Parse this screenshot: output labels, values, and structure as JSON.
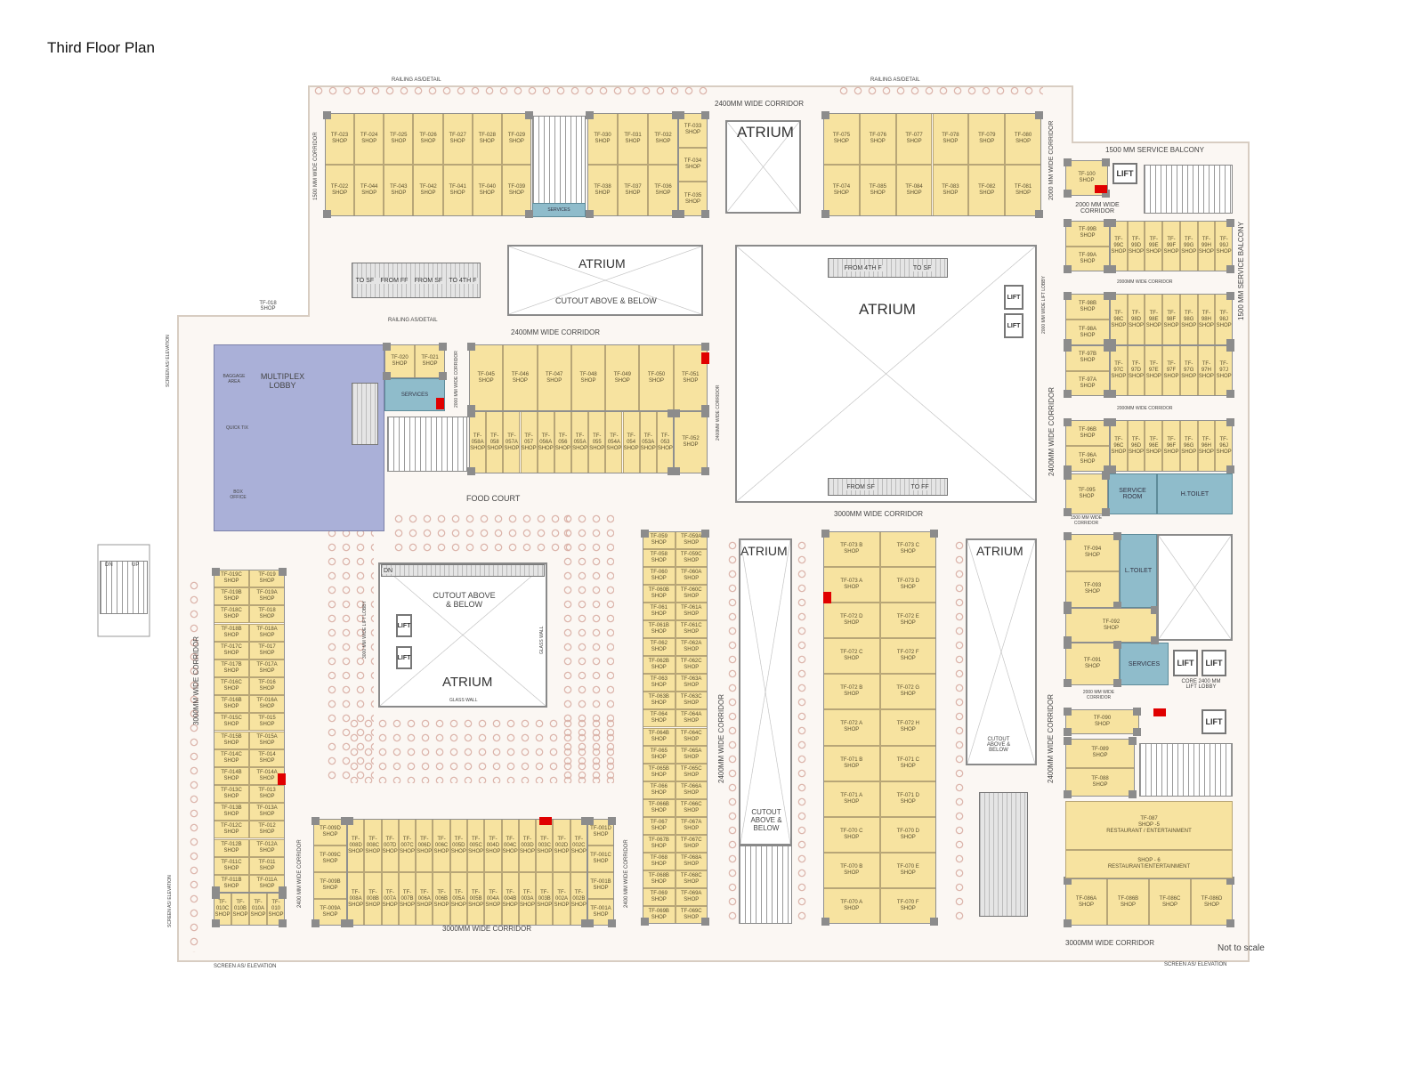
{
  "title": "Third Floor Plan",
  "shop_suffix": "SHOP",
  "colors": {
    "shop": "#f7e3a0",
    "multiplex": "#aab0d8",
    "services": "#8fbccb",
    "fire_point": "#e00000"
  },
  "blocks": {
    "tl": [
      "TF-023",
      "TF-024",
      "TF-025",
      "TF-026",
      "TF-027",
      "TF-028",
      "TF-029",
      "TF-022",
      "TF-044",
      "TF-043",
      "TF-042",
      "TF-041",
      "TF-040",
      "TF-039"
    ],
    "tm": [
      "TF-030",
      "TF-031",
      "TF-032",
      "TF-038",
      "TF-037",
      "TF-036"
    ],
    "tm2": [
      "TF-033",
      "TF-034",
      "TF-035"
    ],
    "tr": [
      "TF-075",
      "TF-076",
      "TF-077",
      "TF-078",
      "TF-079",
      "TF-080",
      "TF-074",
      "TF-085",
      "TF-084",
      "TF-083",
      "TF-082",
      "TF-081"
    ],
    "tf100": [
      "TF-100"
    ],
    "r99a": [
      "TF-99B",
      "TF-99A"
    ],
    "r99": [
      "TF-99C",
      "TF-99D",
      "TF-99E",
      "TF-99F",
      "TF-99G",
      "TF-99H",
      "TF-99J"
    ],
    "r98a": [
      "TF-98B",
      "TF-98A"
    ],
    "r98": [
      "TF-98C",
      "TF-98D",
      "TF-98E",
      "TF-98F",
      "TF-98G",
      "TF-98H",
      "TF-98J"
    ],
    "r97a": [
      "TF-97B",
      "TF-97A"
    ],
    "r97": [
      "TF-97C",
      "TF-97D",
      "TF-97E",
      "TF-97F",
      "TF-97G",
      "TF-97H",
      "TF-97J"
    ],
    "r96a": [
      "TF-96B",
      "TF-96A"
    ],
    "r96": [
      "TF-96C",
      "TF-96D",
      "TF-96E",
      "TF-96F",
      "TF-96G",
      "TF-96H",
      "TF-96J"
    ],
    "tf095": [
      "TF-095"
    ],
    "r94": [
      "TF-094",
      "TF-093"
    ],
    "tf092": [
      "TF-092"
    ],
    "tf091": [
      "TF-091"
    ],
    "tf090": [
      "TF-090"
    ],
    "r89": [
      "TF-089",
      "TF-088"
    ],
    "r86": [
      "TF-086A",
      "TF-086B",
      "TF-086C",
      "TF-086D"
    ],
    "mid": [
      "TF-073 B",
      "TF-073 C",
      "TF-073 A",
      "TF-073 D",
      "TF-072 D",
      "TF-072 E",
      "TF-072 C",
      "TF-072 F",
      "TF-072 B",
      "TF-072 G",
      "TF-072 A",
      "TF-072 H",
      "TF-071 B",
      "TF-071 C",
      "TF-071 A",
      "TF-071 D",
      "TF-070 C",
      "TF-070 D",
      "TF-070 B",
      "TF-070 E",
      "TF-070 A",
      "TF-070 F"
    ],
    "lm": [
      "TF-059",
      "TF-059A",
      "TF-058",
      "TF-059C",
      "TF-060",
      "TF-060A",
      "TF-060B",
      "TF-060C",
      "TF-061",
      "TF-061A",
      "TF-061B",
      "TF-061C",
      "TF-062",
      "TF-062A",
      "TF-062B",
      "TF-062C",
      "TF-063",
      "TF-063A",
      "TF-063B",
      "TF-063C",
      "TF-064",
      "TF-064A",
      "TF-064B",
      "TF-064C",
      "TF-065",
      "TF-065A",
      "TF-065B",
      "TF-065C",
      "TF-066",
      "TF-066A",
      "TF-066B",
      "TF-066C",
      "TF-067",
      "TF-067A",
      "TF-067B",
      "TF-067C",
      "TF-068",
      "TF-068A",
      "TF-068B",
      "TF-068C",
      "TF-069",
      "TF-069A",
      "TF-069B",
      "TF-069C"
    ],
    "fl": [
      "TF-019C",
      "TF-019",
      "TF-019B",
      "TF-019A",
      "TF-018C",
      "TF-018",
      "TF-018B",
      "TF-018A",
      "TF-017C",
      "TF-017",
      "TF-017B",
      "TF-017A",
      "TF-016C",
      "TF-016",
      "TF-016B",
      "TF-016A",
      "TF-015C",
      "TF-015",
      "TF-015B",
      "TF-015A",
      "TF-014C",
      "TF-014",
      "TF-014B",
      "TF-014A",
      "TF-013C",
      "TF-013",
      "TF-013B",
      "TF-013A",
      "TF-012C",
      "TF-012",
      "TF-012B",
      "TF-012A",
      "TF-011C",
      "TF-011",
      "TF-011B",
      "TF-011A"
    ],
    "fl2": [
      "TF-010C",
      "TF-010B",
      "TF-010A",
      "TF-010"
    ],
    "b009": [
      "TF-009D",
      "TF-009C",
      "TF-009B",
      "TF-009A"
    ],
    "bmid": [
      "TF-008D",
      "TF-008C",
      "TF-007D",
      "TF-007C",
      "TF-006D",
      "TF-006C",
      "TF-005D",
      "TF-005C",
      "TF-004D",
      "TF-004C",
      "TF-003D",
      "TF-003C",
      "TF-002D",
      "TF-002C",
      "TF-008A",
      "TF-008B",
      "TF-007A",
      "TF-007B",
      "TF-006A",
      "TF-006B",
      "TF-005A",
      "TF-005B",
      "TF-004A",
      "TF-004B",
      "TF-003A",
      "TF-003B",
      "TF-002A",
      "TF-002B"
    ],
    "b001": [
      "TF-001D",
      "TF-001C",
      "TF-001B",
      "TF-001A"
    ],
    "um1": [
      "TF-045",
      "TF-046",
      "TF-047",
      "TF-048",
      "TF-049",
      "TF-050",
      "TF-051"
    ],
    "um2": [
      "TF-058A",
      "TF-058",
      "TF-057A",
      "TF-057",
      "TF-056A",
      "TF-056",
      "TF-055A",
      "TF-055",
      "TF-054A",
      "TF-054",
      "TF-053A",
      "TF-053"
    ],
    "um3": [
      "TF-052"
    ],
    "t20": [
      "TF-020",
      "TF-021"
    ]
  },
  "restaurant": {
    "shop5_id": "TF-087",
    "shop5_name": "SHOP -5",
    "shop5_use": "RESTAURANT / ENTERTAINMENT",
    "shop6_name": "SHOP - 6",
    "shop6_use": "RESTAURANT/ENTERTAINMENT"
  },
  "multiplex": {
    "lobby": "MULTIPLEX LOBBY",
    "baggage": "BAGGAGE AREA",
    "quick_tix": "QUICK TIX",
    "box_office": "BOX OFFICE"
  },
  "services": {
    "services": "SERVICES",
    "service_room": "SERVICE ROOM",
    "h_toilet": "H.TOILET",
    "l_toilet": "L.TOILET"
  },
  "atrium": {
    "label": "ATRIUM",
    "cutout": "CUTOUT ABOVE & BELOW",
    "glass_wall": "GLASS WALL"
  },
  "lift": "LIFT",
  "escalators": {
    "from_sf": "FROM SF",
    "to_4th": "TO 4TH F",
    "to_sf": "TO SF",
    "from_ff": "FROM FF",
    "from_4th": "FROM 4TH F",
    "to_ff": "TO FF"
  },
  "stairs": {
    "dn": "DN",
    "up": "UP"
  },
  "labels": {
    "railing": "RAILING AS/DETAIL",
    "c2400": "2400MM WIDE CORRIDOR",
    "c2400b": "2400 MM WIDE CORRIDOR",
    "c3000": "3000MM WIDE CORRIDOR",
    "c1500": "1500 MM WIDE CORRIDOR",
    "c2000": "2000 MM WIDE CORRIDOR",
    "c2000b": "2000MM WIDE CORRIDOR",
    "balcony": "1500 MM SERVICE BALCONY",
    "lift_lobby_2000": "2000 MM WIDE LIFT LOBBY",
    "lift_lobby_3000": "3000 MM WIDE LIFT LOBBY",
    "core": "CORE 2400 MM LIFT LOBBY",
    "food_court": "FOOD COURT",
    "tf018": "TF-018 SHOP",
    "screen": "SCREEN AS/ ELEVATION",
    "not_to_scale": "Not to scale"
  }
}
